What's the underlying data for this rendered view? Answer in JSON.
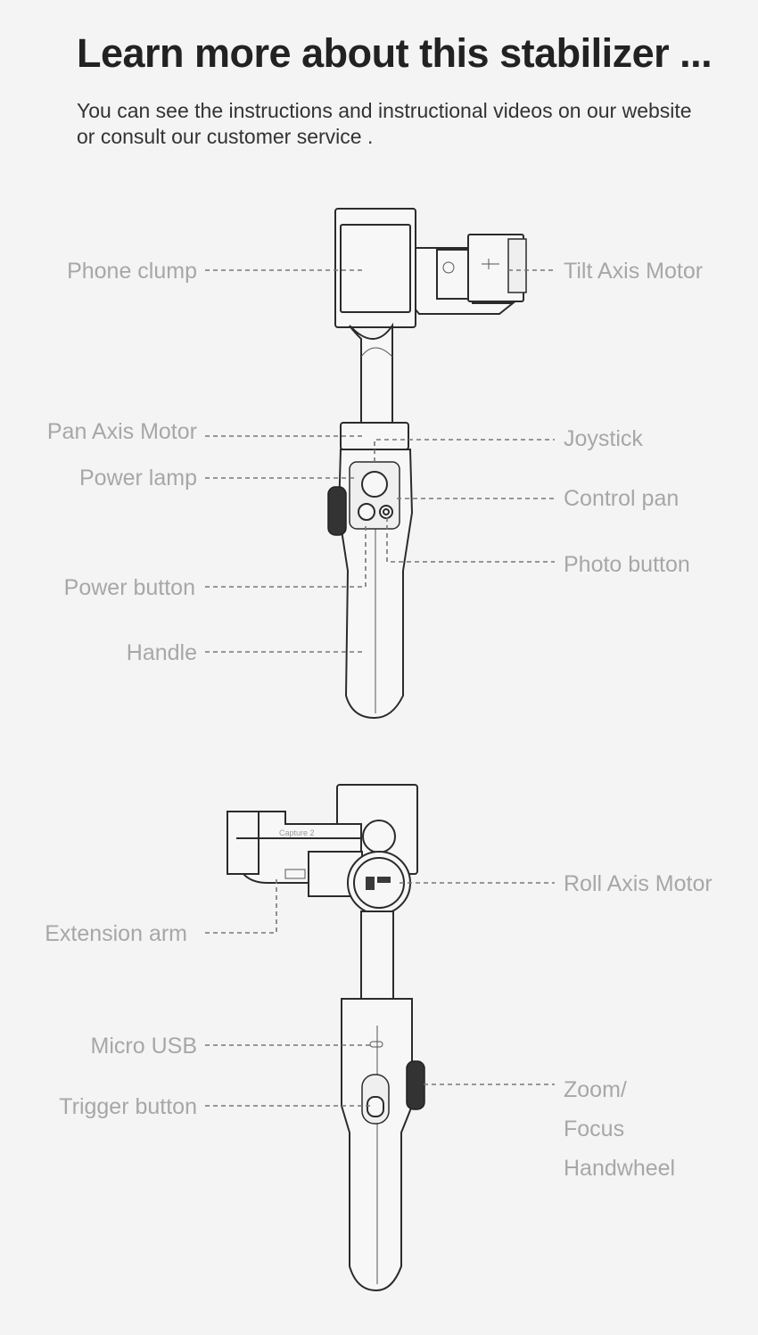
{
  "header": {
    "title": "Learn more about this stabilizer ...",
    "subtitle": "You can see the instructions and instructional videos on our website or consult our customer service ."
  },
  "top_diagram": {
    "labels_left": [
      "Phone clump",
      "Pan Axis Motor",
      "Power lamp",
      "Power button",
      "Handle"
    ],
    "labels_right": [
      "Tilt Axis Motor",
      "Joystick",
      "Control pan",
      "Photo button"
    ]
  },
  "bottom_diagram": {
    "device_text": "Capture 2",
    "labels_left": [
      "Extension arm",
      "Micro USB",
      "Trigger button"
    ],
    "labels_right": [
      "Roll Axis Motor"
    ],
    "zoom_lines": [
      "Zoom/",
      "Focus",
      "Handwheel"
    ]
  },
  "colors": {
    "background": "#f5f4f4",
    "title": "#222222",
    "label": "#a7a7a7",
    "line": "#777777"
  }
}
